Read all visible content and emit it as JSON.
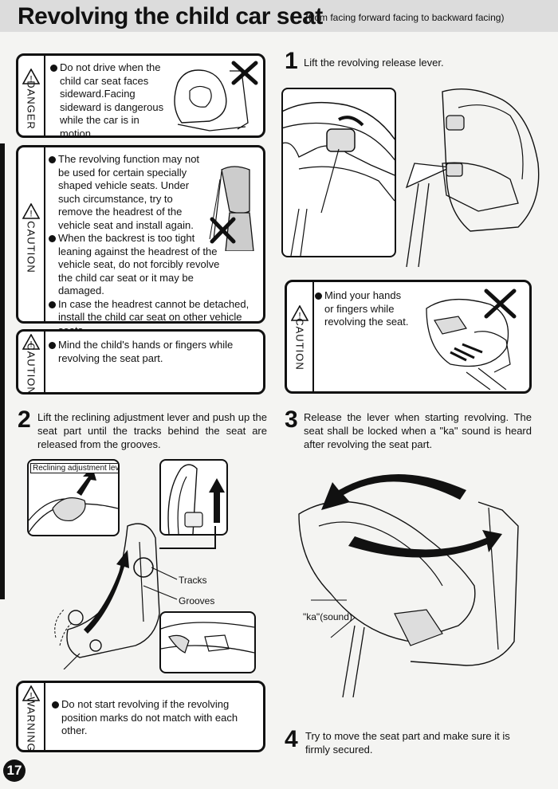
{
  "header": {
    "title": "Revolving the child car seat",
    "subtitle": "(from facing forward facing to backward facing)"
  },
  "danger": {
    "label": "DANGER",
    "items": [
      "Do not drive when the child car seat faces sideward.Facing sideward is dangerous while the car is in motion."
    ]
  },
  "caution1": {
    "label": "CAUTION",
    "items": [
      "The revolving function may not be used for certain specially shaped vehicle seats. Under such circumstance, try to remove the headrest of the vehicle seat and install again.",
      "When the backrest is too tight leaning against the headrest of the vehicle seat, do not forcibly revolve the child car seat or it may be damaged.",
      "In case the headrest cannot be detached, install the child car seat on other vehicle seats."
    ]
  },
  "caution2": {
    "label": "CAUTION",
    "items": [
      "Mind the child's hands or fingers while revolving the seat part."
    ]
  },
  "warning": {
    "label": "WARNING",
    "items": [
      "Do not start revolving if the revolving position marks do not match with each other."
    ]
  },
  "caution3": {
    "label": "CAUTION",
    "items": [
      "Mind your hands or fingers while revolving the seat."
    ]
  },
  "steps": [
    {
      "num": "1",
      "text": "Lift the revolving release lever."
    },
    {
      "num": "2",
      "text": "Lift the reclining adjustment lever and push up the seat part until the tracks behind the seat are released from the grooves."
    },
    {
      "num": "3",
      "text": "Release the lever when starting revolving. The seat shall be locked when a \"ka\" sound is heard after revolving the seat part."
    },
    {
      "num": "4",
      "text": "Try to move the seat part and make sure it is firmly secured."
    }
  ],
  "callouts": {
    "reclining_lever": "Reclining adjustment lever",
    "tracks": "Tracks",
    "grooves": "Grooves",
    "ka_sound": "\"ka\"(sound)"
  },
  "page_number": "17"
}
